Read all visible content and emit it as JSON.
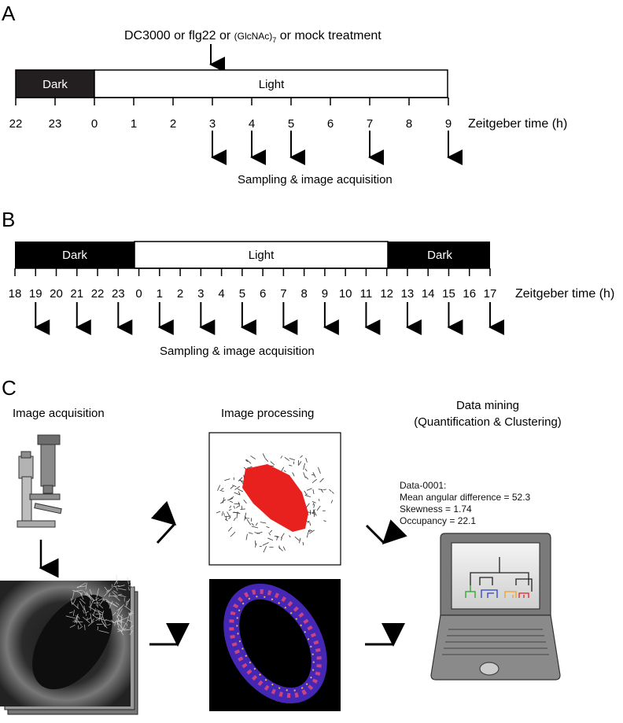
{
  "panelA": {
    "letter": "A",
    "treatment_main": "DC3000 or flg22 or ",
    "treatment_glcnac": "(GlcNAc)",
    "treatment_sub": "7",
    "treatment_tail": " or mock treatment",
    "dark_label": "Dark",
    "light_label": "Light",
    "ticks": [
      "22",
      "23",
      "0",
      "1",
      "2",
      "3",
      "4",
      "5",
      "6",
      "7",
      "8",
      "9"
    ],
    "axis_label": "Zeitgeber time (h)",
    "sampled_hours": [
      "3",
      "4",
      "5",
      "7",
      "9"
    ],
    "sampling_label": "Sampling & image acquisition"
  },
  "panelB": {
    "letter": "B",
    "dark1_label": "Dark",
    "light_label": "Light",
    "dark2_label": "Dark",
    "ticks": [
      "18",
      "19",
      "20",
      "21",
      "22",
      "23",
      "0",
      "1",
      "2",
      "3",
      "4",
      "5",
      "6",
      "7",
      "8",
      "9",
      "10",
      "11",
      "12",
      "13",
      "14",
      "15",
      "16",
      "17"
    ],
    "axis_label": "Zeitgeber time (h)",
    "sampled_hours": [
      "19",
      "21",
      "23",
      "1",
      "3",
      "5",
      "7",
      "9",
      "11",
      "13",
      "15",
      "17"
    ],
    "sampling_label": "Sampling & image acquisition"
  },
  "panelC": {
    "letter": "C",
    "step1": "Image acquisition",
    "step2": "Image processing",
    "step3_line1": "Data mining",
    "step3_line2": "(Quantification & Clustering)",
    "data_lines": [
      "Data-0001:",
      "Mean angular difference = 52.3",
      "Skewness = 1.74",
      "Occupancy = 22.1"
    ],
    "icons": [
      "microscope-icon",
      "laptop-icon"
    ],
    "colors": {
      "occupancy_fill": "#e8211f",
      "dendro_green": "#2aa02a",
      "dendro_blue": "#2b3fd0",
      "dendro_orange": "#f0a020",
      "dendro_red": "#e02020"
    }
  }
}
